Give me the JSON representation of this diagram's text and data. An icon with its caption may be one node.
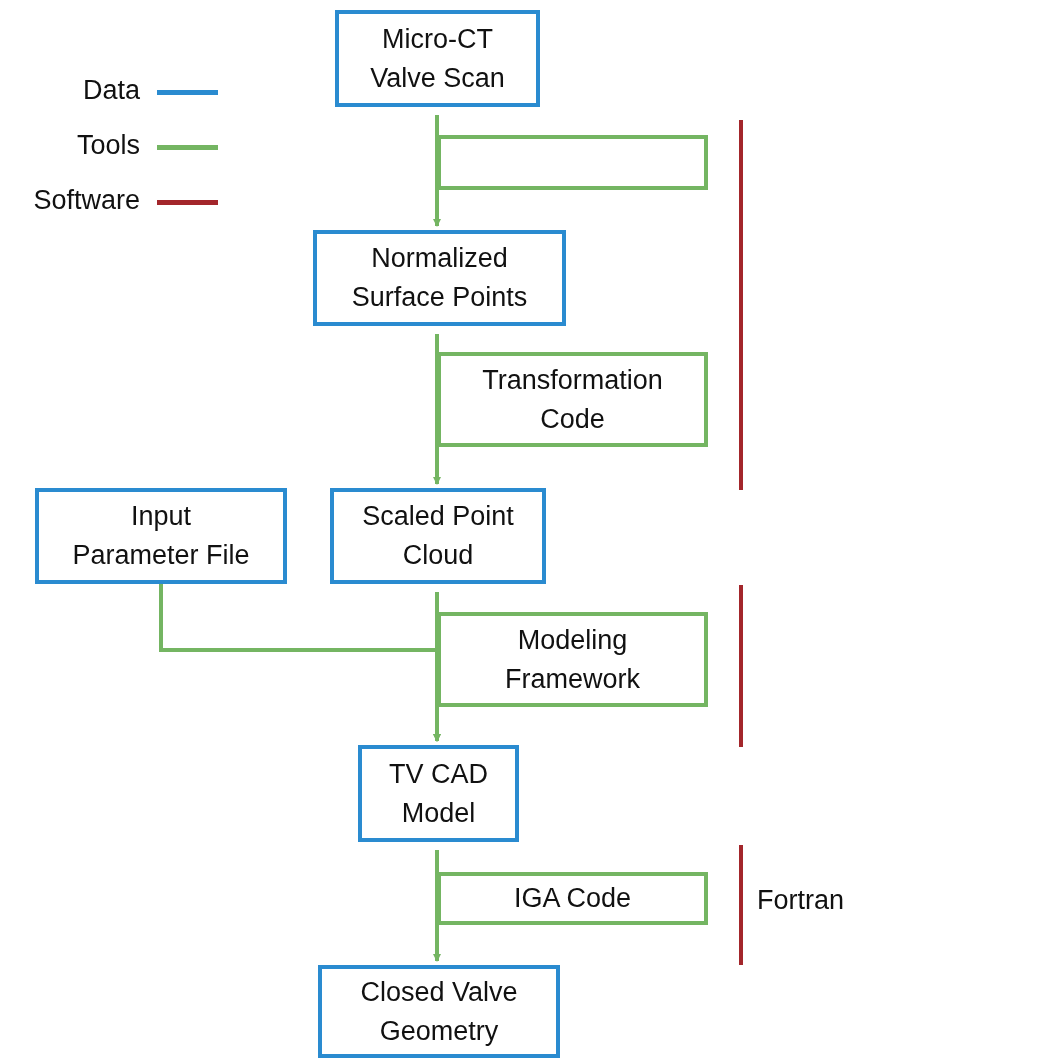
{
  "diagram": {
    "nodes": [
      {
        "text": [
          "Micro-CT Valve Scan"
        ]
      },
      {
        "text": [],
        "shape": "box"
      },
      {
        "text": [
          "Normalized Surface Points"
        ]
      },
      {
        "text": [
          "Transformation Code"
        ]
      },
      {
        "text": [
          "Input Parameter File"
        ]
      },
      {
        "text": [
          "Scaled Point Cloud"
        ]
      },
      {
        "text": [
          "Modeling Framework"
        ]
      },
      {
        "text": [
          "TV CAD Model"
        ]
      },
      {
        "text": [
          "IGA Code"
        ]
      },
      {
        "text": [
          "Closed Valve Geometry"
        ]
      }
    ],
    "edges": [
      {
        "from": 0,
        "to": 2,
        "arrow": "to"
      },
      {
        "from": 2,
        "to": 5,
        "arrow": "to"
      },
      {
        "from": 5,
        "to": 7,
        "arrow": "to"
      },
      {
        "from": 4,
        "to": 7,
        "arrow": "to"
      },
      {
        "from": 7,
        "to": 9,
        "arrow": "to"
      }
    ],
    "labels": [
      "Fortran"
    ],
    "legend": [
      {
        "text": "Data",
        "color": "#2a8bd0"
      },
      {
        "text": "Tools",
        "color": "#74b562"
      },
      {
        "text": "Software",
        "color": "#a3262b"
      }
    ]
  }
}
